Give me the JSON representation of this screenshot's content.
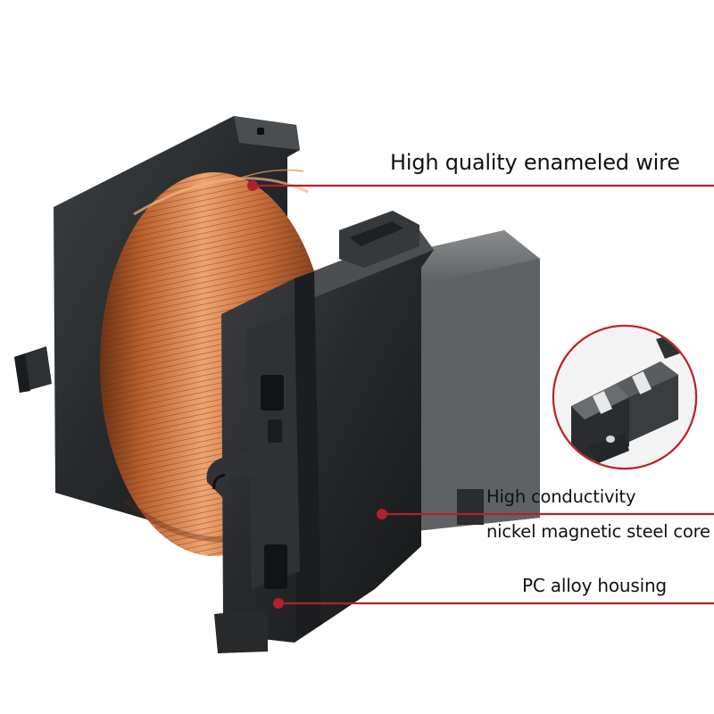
{
  "callouts": {
    "wire": "High quality enameled wire",
    "core_line1": "High conductivity",
    "core_line2": "nickel magnetic steel core",
    "housing": "PC alloy housing"
  },
  "colors": {
    "accent_line": "#b3202c",
    "copper": "#c8703e",
    "housing": "#2b2e30",
    "core": "#6e7072",
    "inset_border": "#c0202a",
    "background": "#ffffff"
  }
}
